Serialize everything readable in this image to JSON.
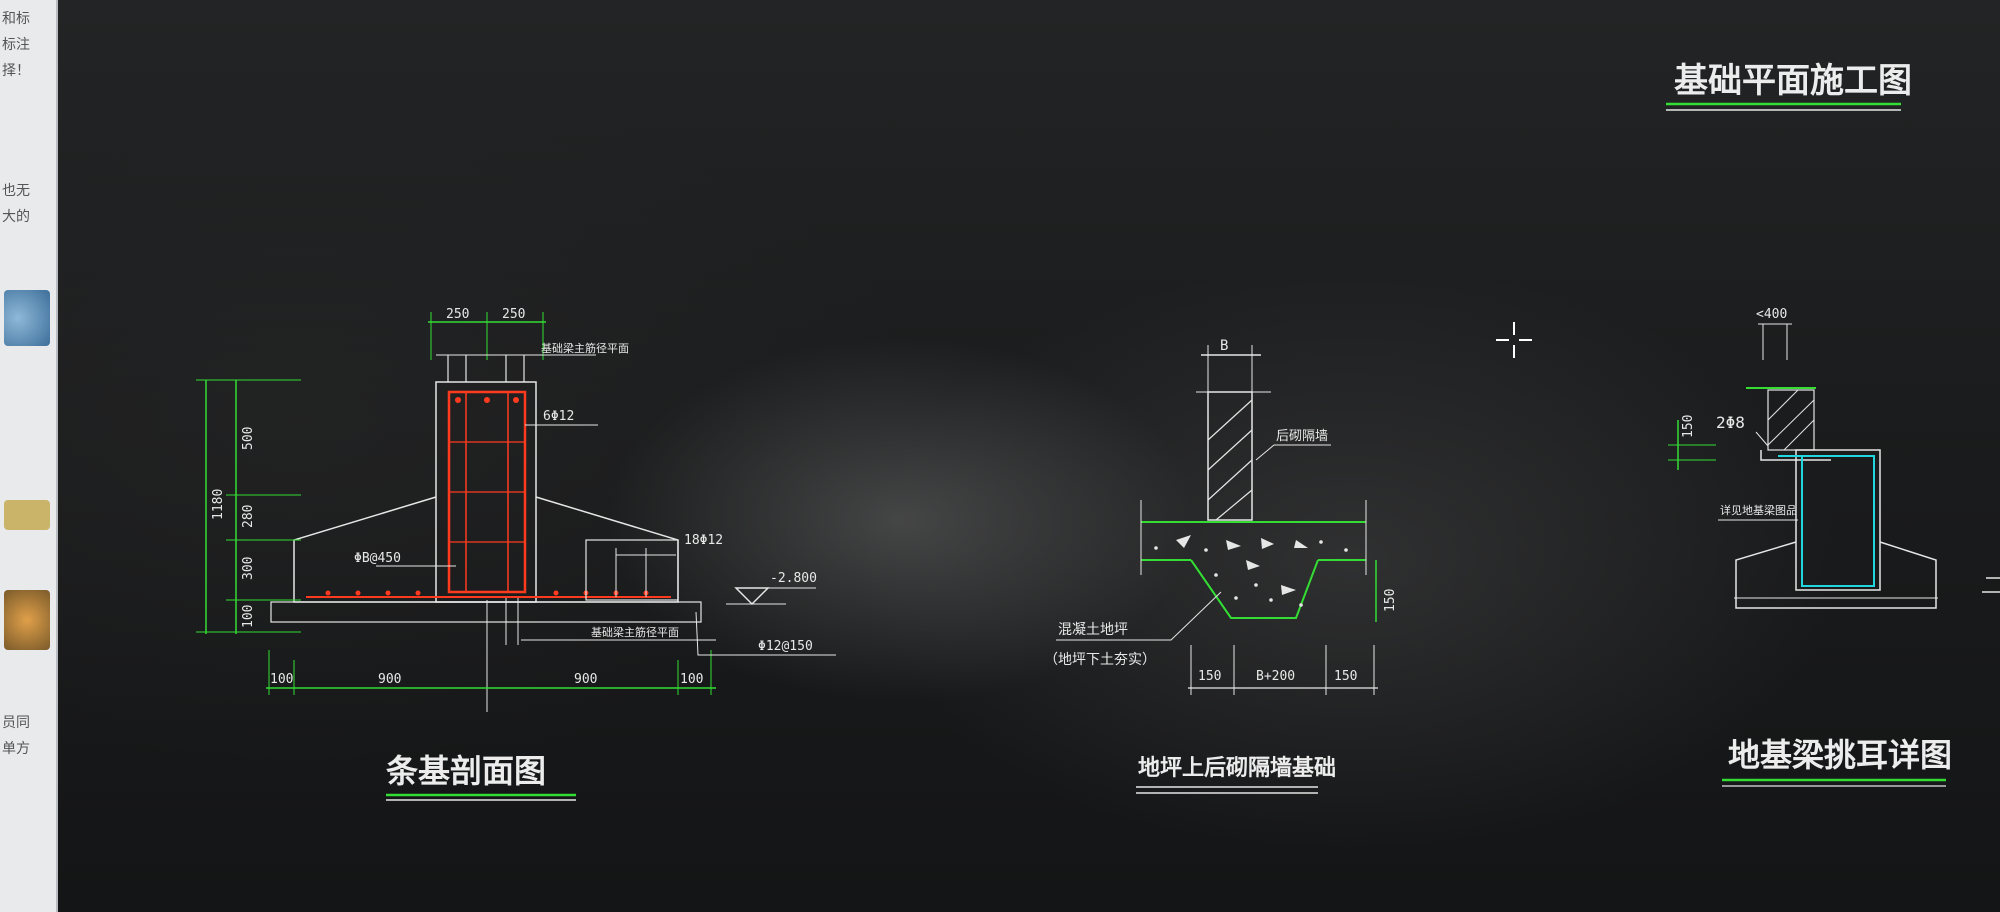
{
  "sidebar": {
    "fragments": [
      "和标",
      "标注",
      "择！",
      "也无",
      "大的",
      "员同",
      "单方"
    ]
  },
  "drawing": {
    "title_plan": "基础平面施工图",
    "title_strip": "条基剖面图",
    "title_wall": "地坪上后砌隔墙基础",
    "title_beam": "地基梁挑耳详图",
    "strip": {
      "dim_top_left": "250",
      "dim_top_right": "250",
      "dim_v1": "500",
      "dim_v2": "280",
      "dim_v3": "300",
      "dim_v4": "100",
      "dim_total": "1180",
      "dim_b1": "100",
      "dim_b2": "900",
      "dim_b3": "900",
      "dim_b4": "100",
      "note_top": "基础梁主筋径平面",
      "note_rebar": "6Φ12",
      "note_stirrup": "ΦB@450",
      "note_side": "18Φ12",
      "note_level": "-2.800",
      "note_bottom": "基础梁主筋径平面",
      "note_bar": "Φ12@150"
    },
    "wall": {
      "dim_top": "B",
      "label_wall": "后砌隔墙",
      "label_slab": "混凝土地坪",
      "label_slab2": "（地坪下土夯实）",
      "dim_depth": "150",
      "dim_b1": "150",
      "dim_b2": "B+200",
      "dim_b3": "150"
    },
    "beam": {
      "dim_top": "<400",
      "dim_v": "150",
      "label_rebar": "2Φ8",
      "label_beam": "详见地基梁图品"
    }
  },
  "colors": {
    "line": "#e6e6e6",
    "dim": "#33dd33",
    "rebar": "#ff3b1f",
    "cyan": "#22d6e0",
    "background": "#1a1b1c"
  }
}
